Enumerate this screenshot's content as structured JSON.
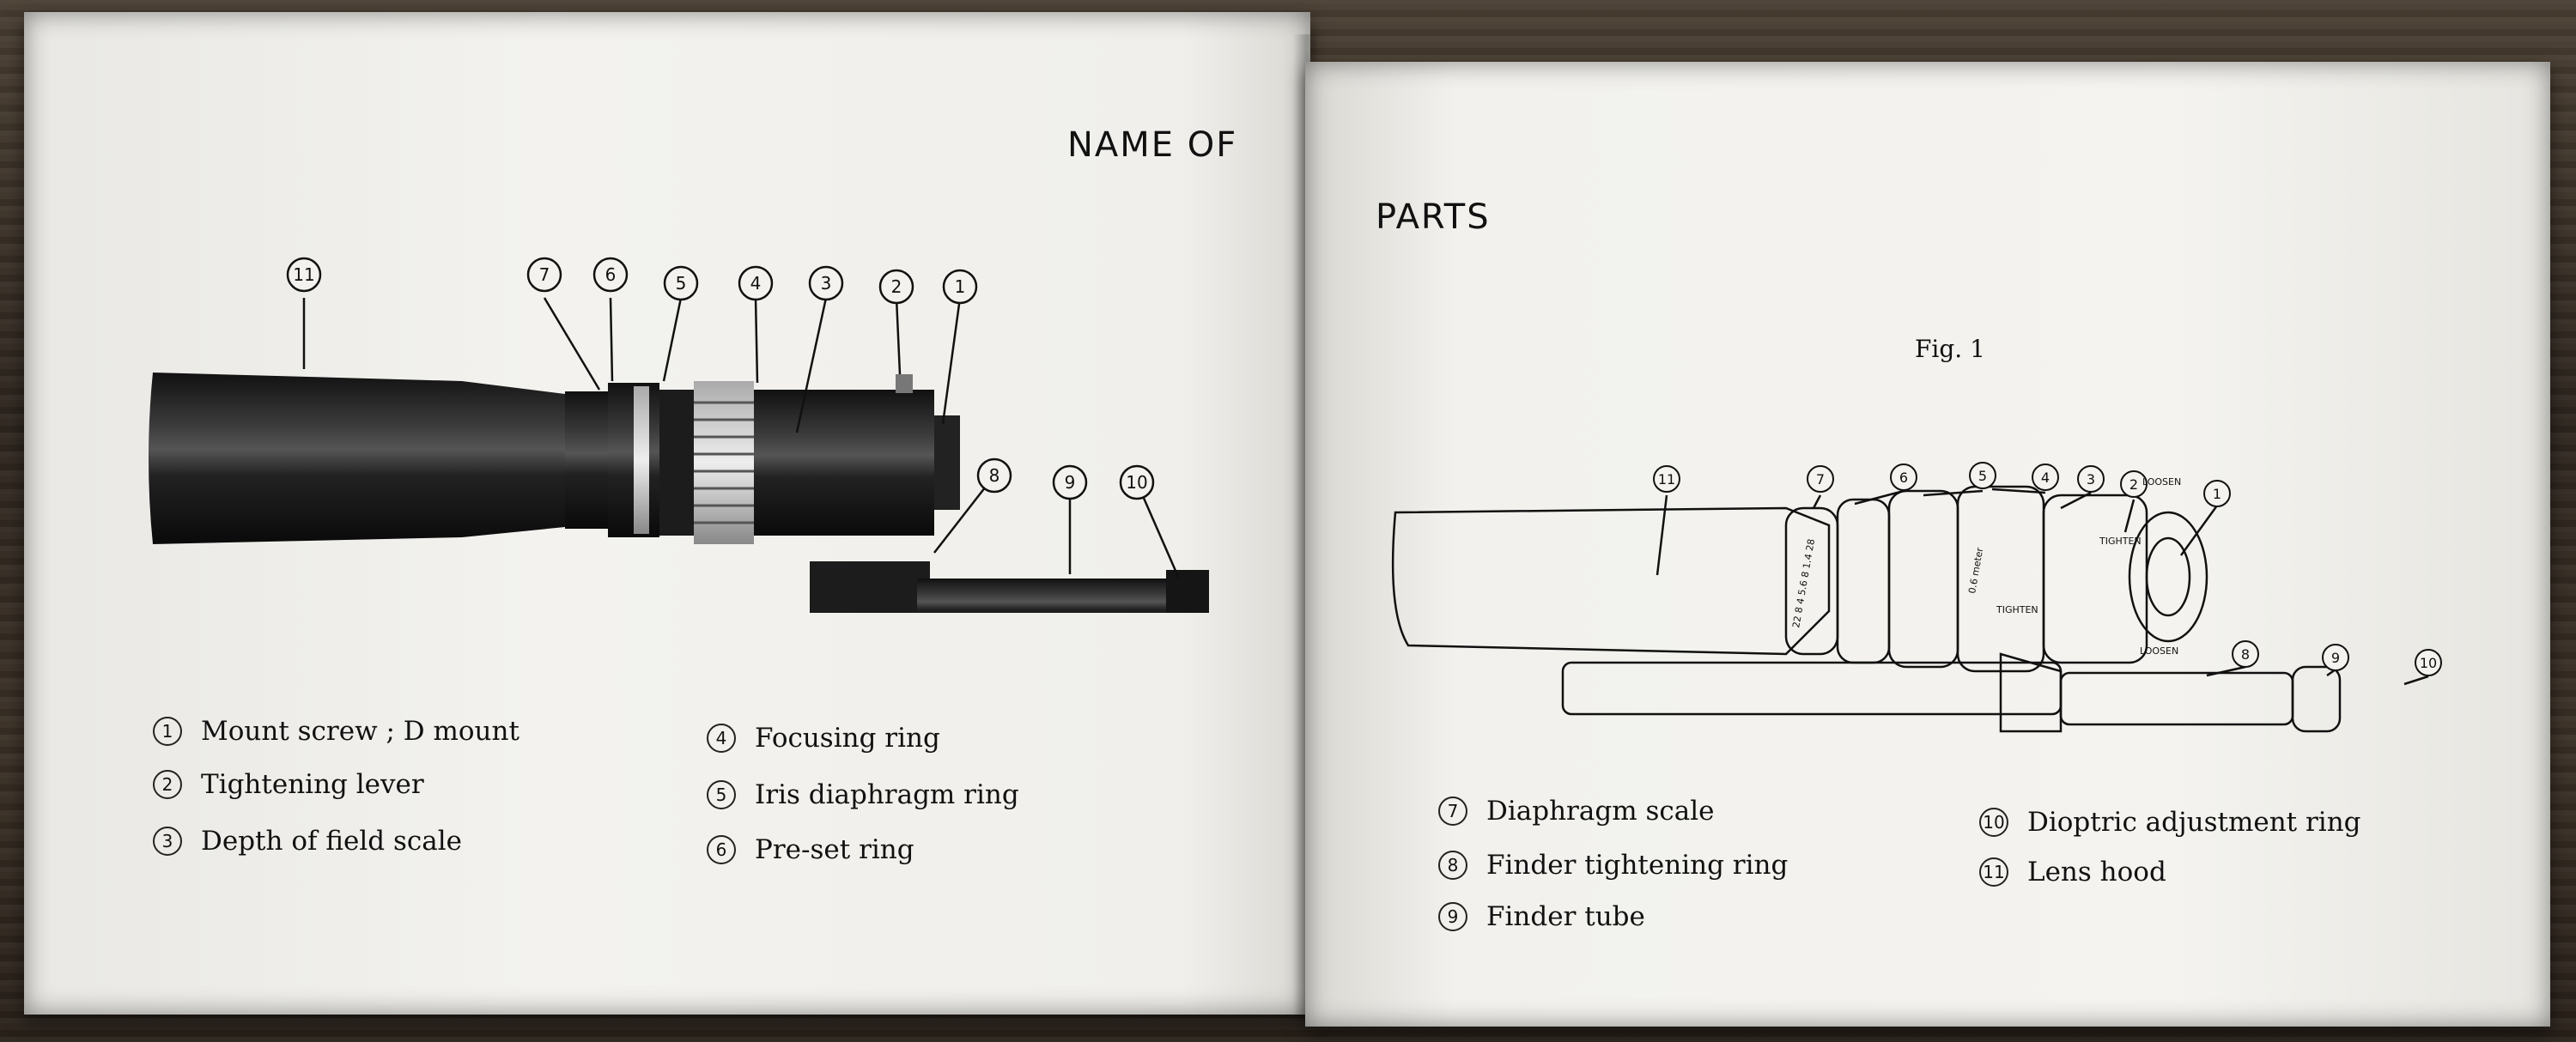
{
  "left_page": {
    "heading": "NAME  OF",
    "legend": [
      {
        "num": "1",
        "text": "Mount screw ; D mount"
      },
      {
        "num": "2",
        "text": "Tightening lever"
      },
      {
        "num": "3",
        "text": "Depth of field scale"
      },
      {
        "num": "4",
        "text": "Focusing ring"
      },
      {
        "num": "5",
        "text": "Iris diaphragm ring"
      },
      {
        "num": "6",
        "text": "Pre-set ring"
      }
    ],
    "callouts": [
      "11",
      "7",
      "6",
      "5",
      "4",
      "3",
      "2",
      "1",
      "8",
      "9",
      "10"
    ]
  },
  "right_page": {
    "heading": "PARTS",
    "figure_label": "Fig. 1",
    "diagram_labels": {
      "loosen_top": "LOOSEN",
      "tighten_top": "TIGHTEN",
      "tighten_bottom": "TIGHTEN",
      "loosen_bottom": "LOOSEN",
      "meter": "0.6 meter",
      "scale": "22 8 4 5.6 8 1.4 28"
    },
    "legend": [
      {
        "num": "7",
        "text": "Diaphragm scale"
      },
      {
        "num": "8",
        "text": "Finder tightening ring"
      },
      {
        "num": "9",
        "text": "Finder tube"
      },
      {
        "num": "10",
        "text": "Dioptric adjustment ring"
      },
      {
        "num": "11",
        "text": "Lens hood"
      }
    ],
    "callouts": [
      "11",
      "7",
      "6",
      "5",
      "4",
      "3",
      "2",
      "1",
      "8",
      "9",
      "10"
    ]
  }
}
